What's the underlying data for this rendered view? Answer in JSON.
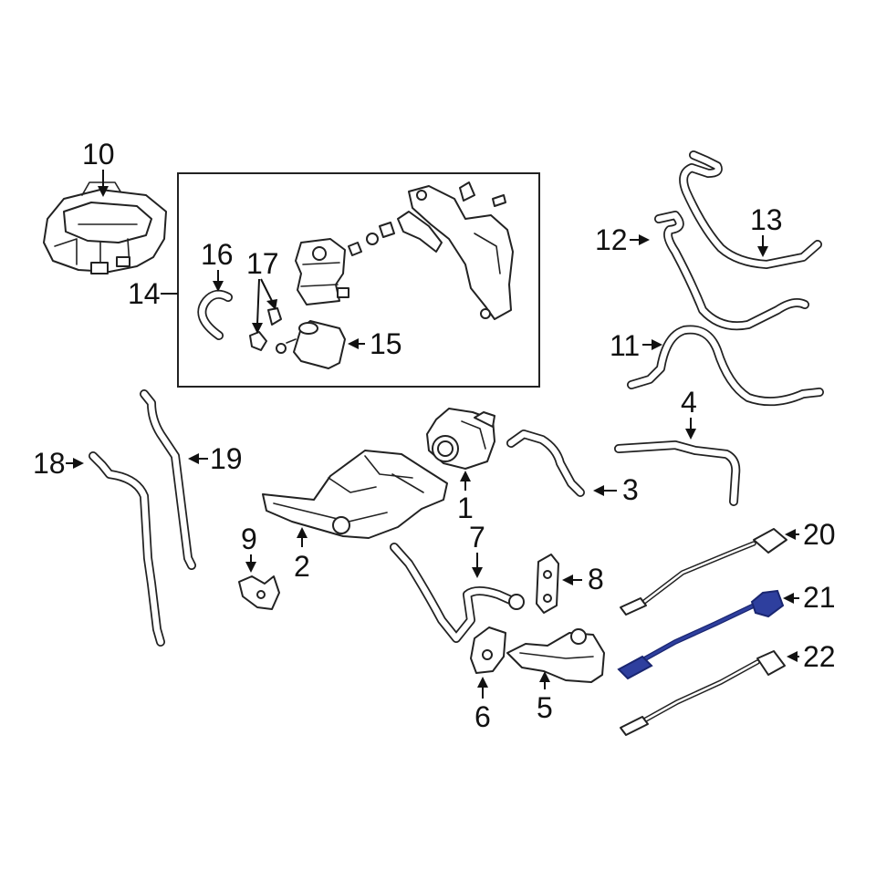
{
  "diagram": {
    "callouts": [
      {
        "id": "1",
        "label": "1"
      },
      {
        "id": "2",
        "label": "2"
      },
      {
        "id": "3",
        "label": "3"
      },
      {
        "id": "4",
        "label": "4"
      },
      {
        "id": "5",
        "label": "5"
      },
      {
        "id": "6",
        "label": "6"
      },
      {
        "id": "7",
        "label": "7"
      },
      {
        "id": "8",
        "label": "8"
      },
      {
        "id": "9",
        "label": "9"
      },
      {
        "id": "10",
        "label": "10"
      },
      {
        "id": "11",
        "label": "11"
      },
      {
        "id": "12",
        "label": "12"
      },
      {
        "id": "13",
        "label": "13"
      },
      {
        "id": "14",
        "label": "14"
      },
      {
        "id": "15",
        "label": "15"
      },
      {
        "id": "16",
        "label": "16"
      },
      {
        "id": "17",
        "label": "17"
      },
      {
        "id": "18",
        "label": "18"
      },
      {
        "id": "19",
        "label": "19"
      },
      {
        "id": "20",
        "label": "20"
      },
      {
        "id": "21",
        "label": "21"
      },
      {
        "id": "22",
        "label": "22"
      }
    ],
    "highlight_part": "21",
    "colors": {
      "line": "#222222",
      "background": "#ffffff",
      "highlight": "#2e3f9e",
      "highlight_dark": "#1a2670"
    }
  }
}
